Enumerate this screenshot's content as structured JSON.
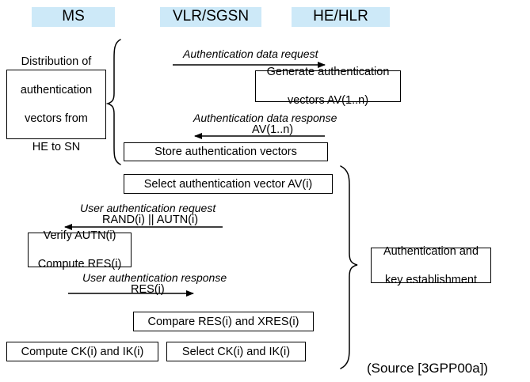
{
  "diagram": {
    "title": "UMTS Authentication and Key Agreement (AKA) message sequence chart",
    "type": "sequence-diagram",
    "accent_color": "#cde9f8",
    "line_color": "#000000",
    "background_color": "#ffffff",
    "source_caption": "(Source [3GPP00a])"
  },
  "columns": [
    {
      "id": "ms",
      "label": "MS"
    },
    {
      "id": "vlr",
      "label": "VLR/SGSN"
    },
    {
      "id": "he",
      "label": "HE/HLR"
    }
  ],
  "phases": [
    {
      "id": "distribution",
      "label": "Distribution of authentication vectors from HE to SN",
      "label_lines": [
        "Distribution of",
        "authentication",
        "vectors from",
        "HE to SN"
      ],
      "brace_side": "left"
    },
    {
      "id": "auth-key-establishment",
      "label": "Authentication and key establishment",
      "label_lines": [
        "Authentication and",
        "key establishment"
      ],
      "brace_side": "right"
    }
  ],
  "boxes": [
    {
      "id": "generate-av",
      "lines": [
        "Generate authentication",
        "vectors AV(1..n)"
      ],
      "column": "he"
    },
    {
      "id": "store-av",
      "lines": [
        "Store authentication vectors"
      ],
      "column": "vlr"
    },
    {
      "id": "select-av",
      "lines": [
        "Select authentication vector AV(i)"
      ],
      "column": "vlr"
    },
    {
      "id": "verify-autn",
      "lines": [
        "Verify AUTN(i)",
        "Compute RES(i)"
      ],
      "column": "ms"
    },
    {
      "id": "compare-res",
      "lines": [
        "Compare RES(i) and XRES(i)"
      ],
      "column": "vlr"
    },
    {
      "id": "compute-ck-ik",
      "lines": [
        "Compute CK(i) and IK(i)"
      ],
      "column": "ms"
    },
    {
      "id": "select-ck-ik",
      "lines": [
        "Select CK(i) and IK(i)"
      ],
      "column": "vlr"
    }
  ],
  "messages": [
    {
      "id": "auth-data-request",
      "label": "Authentication data request",
      "payload": "",
      "from": "vlr",
      "to": "he",
      "direction": "right"
    },
    {
      "id": "auth-data-response",
      "label": "Authentication data response",
      "payload": "AV(1..n)",
      "from": "he",
      "to": "vlr",
      "direction": "left"
    },
    {
      "id": "user-auth-request",
      "label": "User authentication request",
      "payload": "RAND(i) || AUTN(i)",
      "from": "vlr",
      "to": "ms",
      "direction": "left"
    },
    {
      "id": "user-auth-response",
      "label": "User authentication response",
      "payload": "RES(i)",
      "from": "ms",
      "to": "vlr",
      "direction": "right"
    }
  ]
}
